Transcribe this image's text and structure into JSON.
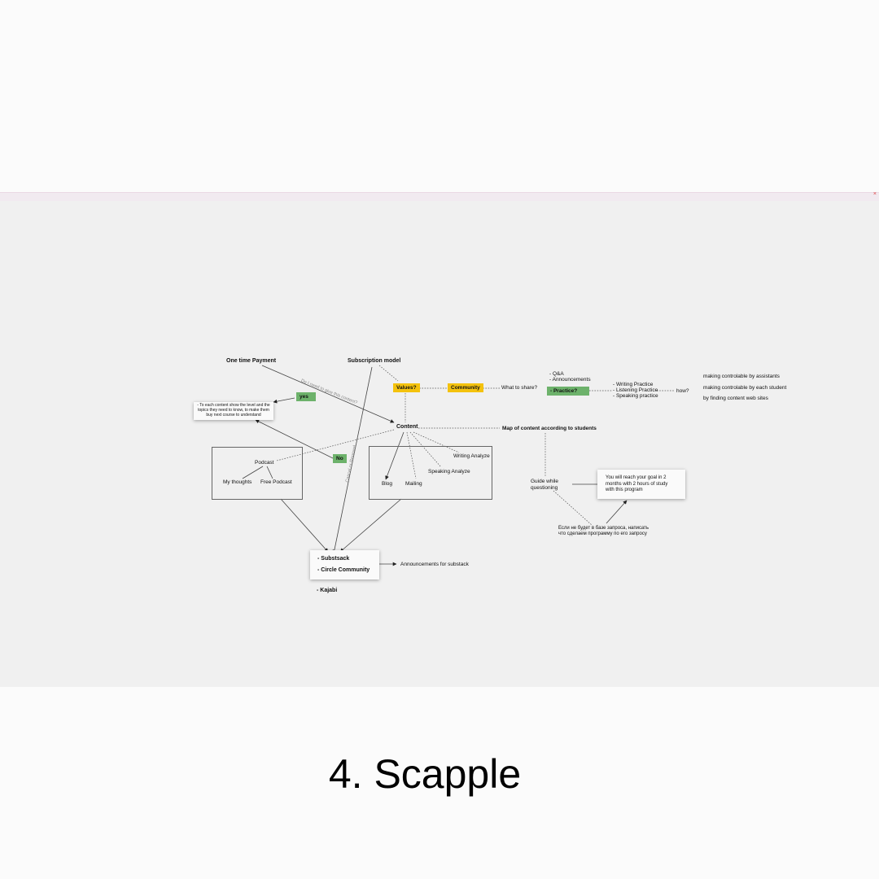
{
  "window": {
    "close_glyph": "×"
  },
  "nodes": {
    "one_time_payment": "One time Payment",
    "subscription_model": "Subscription model",
    "values": "Values?",
    "community": "Community",
    "what_to_share": "What to share?",
    "qa": "- Q&A",
    "announcements": "- Announcements",
    "practice": "- Practice?",
    "writing_practice": "- Writing Practice",
    "listening_practice": "- Listening Practice",
    "speaking_practice": "- Speaking practice",
    "how": "how?",
    "making_assistants": "making controlable by assistants",
    "making_student": "making controlable by each student",
    "finding_content": "by finding content web sites",
    "yes": "yes",
    "no": "No",
    "level_note": "- To each content show the level and the topics they need to know, to make them buy next course to understand",
    "content": "Content",
    "map_of_content": "Map of content according to students",
    "podcast": "Podcast",
    "my_thoughts": "My thoughts",
    "free_podcast": "Free Podcast",
    "writing_analyze": "Writing Analyze",
    "speaking_analyze": "Speaking Analyze",
    "blog": "Blog",
    "mailing": "Mailing",
    "guide_questioning": "Guide while questioning",
    "goal_card": "You will reach your goal in 2 months with 2 hours of study with this program",
    "russian_note": "Если не будет в базе запроса, написать что сделаем программу по его запросу",
    "substack": "- Substsack",
    "circle_community": "- Circle Community",
    "kajabi": "- Kajabi",
    "announcements_substack": "Announcements for substack",
    "edge_label_1": "Do I need to give this content?",
    "edge_label_2": "Cancel or Renewal"
  },
  "caption": "4. Scapple",
  "colors": {
    "yellow": "#f4c20d",
    "green": "#6db26b",
    "canvas": "#f0f0f0"
  }
}
